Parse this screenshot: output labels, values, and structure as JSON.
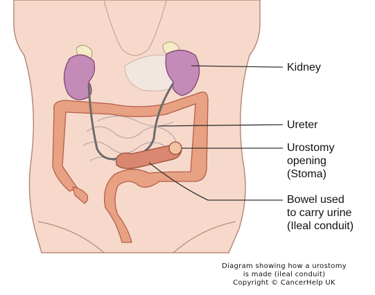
{
  "labels": {
    "kidney": "Kidney",
    "ureter": "Ureter",
    "stoma": [
      "Urostomy",
      "opening",
      "(Stoma)"
    ],
    "bowel": [
      "Bowel used",
      "to carry urine",
      "(Ileal conduit)"
    ]
  },
  "caption": [
    "Diagram showing how a urostomy",
    "is made (ileal conduit)",
    "Copyright © CancerHelp UK"
  ],
  "colors": {
    "skin": "#f7d9cc",
    "skin_outline": "#b58a7a",
    "kidney": "#c48ab8",
    "kidney_dark": "#9b5d93",
    "adrenal": "#f6ecc8",
    "bowel": "#e8a182",
    "bowel_dark": "#c4715a",
    "ureter": "#6b6b6b",
    "leader": "#333333"
  }
}
